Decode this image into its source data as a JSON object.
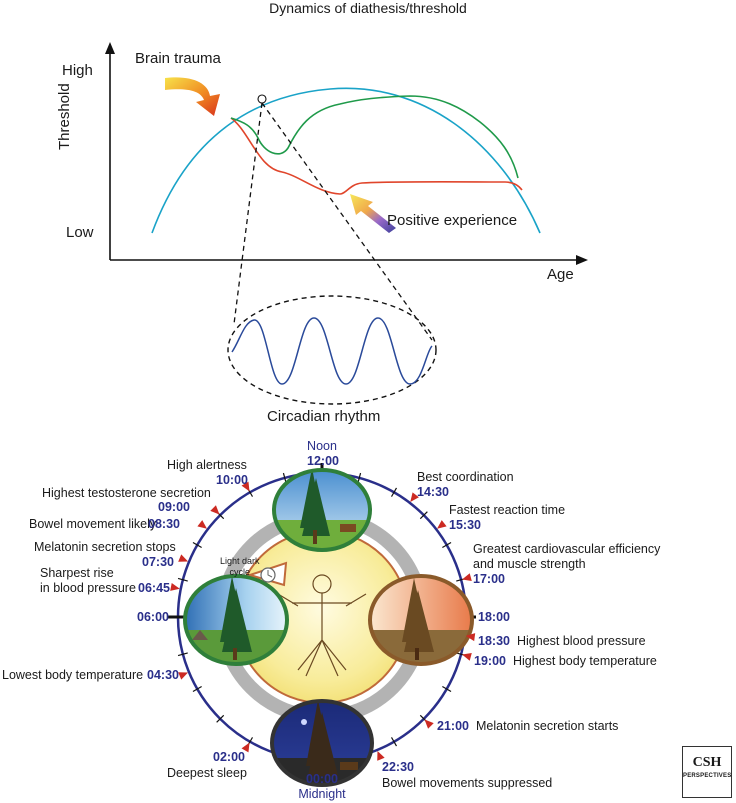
{
  "title": "Dynamics of diathesis/threshold",
  "threshold_chart": {
    "y_axis_label": "Threshold",
    "y_high": "High",
    "y_low": "Low",
    "x_axis_label": "Age",
    "annotations": {
      "brain_trauma": "Brain trauma",
      "positive_experience": "Positive experience"
    }
  },
  "circadian_label": "Circadian rhythm",
  "clock": {
    "noon_label": "Noon",
    "midnight_label": "Midnight",
    "light_dark_label_1": "Light dark",
    "light_dark_label_2": "cycle",
    "events": [
      {
        "time": "12:00",
        "text": ""
      },
      {
        "time": "10:00",
        "text": "High alertness"
      },
      {
        "time": "09:00",
        "text": "Highest testosterone secretion"
      },
      {
        "time": "08:30",
        "text": "Bowel movement likely"
      },
      {
        "time": "07:30",
        "text": "Melatonin secretion stops"
      },
      {
        "time": "06:45",
        "text_line1": "Sharpest rise",
        "text_line2": "in blood pressure"
      },
      {
        "time": "06:00",
        "text": ""
      },
      {
        "time": "04:30",
        "text": "Lowest body temperature"
      },
      {
        "time": "02:00",
        "text": "Deepest sleep"
      },
      {
        "time": "00:00",
        "text": ""
      },
      {
        "time": "22:30",
        "text": "Bowel movements suppressed"
      },
      {
        "time": "21:00",
        "text": "Melatonin secretion starts"
      },
      {
        "time": "19:00",
        "text": "Highest body temperature"
      },
      {
        "time": "18:30",
        "text": "Highest blood pressure"
      },
      {
        "time": "18:00",
        "text": ""
      },
      {
        "time": "17:00",
        "text_line1": "Greatest cardiovascular efficiency",
        "text_line2": "and muscle strength"
      },
      {
        "time": "15:30",
        "text": "Fastest reaction time"
      },
      {
        "time": "14:30",
        "text": "Best coordination"
      }
    ]
  },
  "logo": {
    "line1": "CSH",
    "line2": "PERSPECTIVES"
  },
  "colors": {
    "envelope": "#1aa3c8",
    "green_curve": "#1f9a4a",
    "red_curve": "#e0452b",
    "clock_ring": "#2a2f8a",
    "inner_ring": "#c06a3a",
    "time_text": "#2a2f8a",
    "marker": "#cc2a22"
  }
}
